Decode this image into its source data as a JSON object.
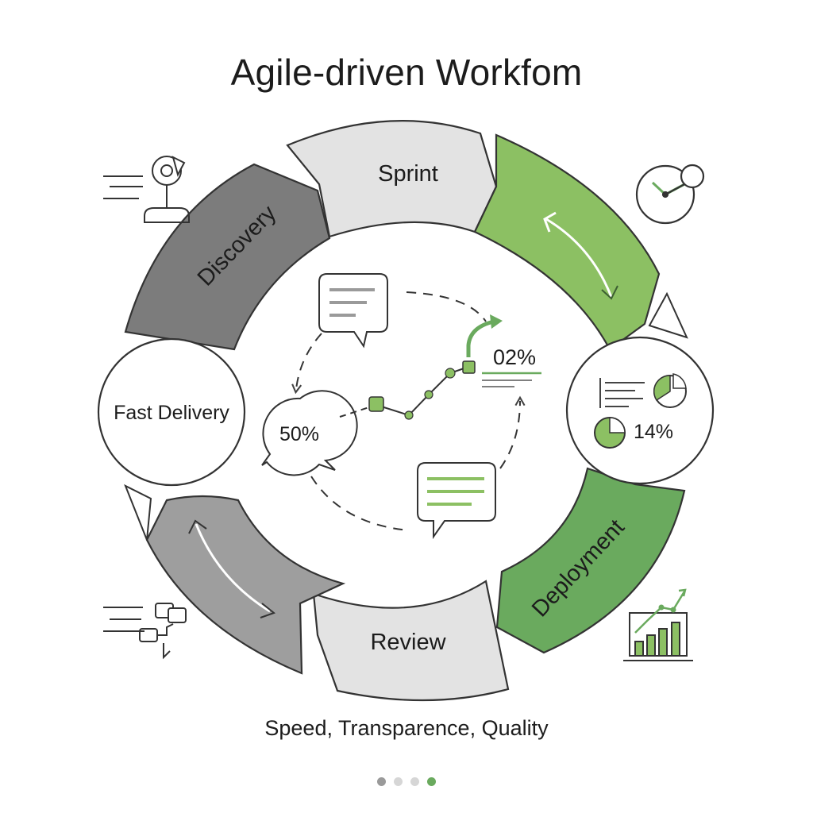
{
  "header": {
    "title": "Agile-driven Workfom"
  },
  "cycle": {
    "segments": [
      {
        "label": "Sprint",
        "color": "#e3e3e3"
      },
      {
        "label": "Deployment",
        "color": "#6aaa5e"
      },
      {
        "label": "Review",
        "color": "#e3e3e3"
      },
      {
        "label": "Discovery",
        "color": "#7c7c7c"
      }
    ],
    "green_light": "#8cc063",
    "gray_mid": "#9e9e9e",
    "hub_left": {
      "label": "Fast Delivery"
    },
    "hub_right": {
      "value": "14%"
    }
  },
  "center": {
    "bubble_value": "50%",
    "trend_value": "02%"
  },
  "footer": {
    "subtitle": "Speed, Transparence, Quality",
    "pagination": [
      {
        "color": "#9a9a9a"
      },
      {
        "color": "#d6d6d6"
      },
      {
        "color": "#d6d6d6"
      },
      {
        "color": "#6aaa5e"
      }
    ]
  },
  "icons": [
    "joystick-icon",
    "stopwatch-icon",
    "chat-bubbles-icon",
    "bar-chart-trend-icon",
    "pie-chart-icon",
    "document-lines-icon",
    "speech-bubble-icon",
    "trend-arrow-icon"
  ]
}
